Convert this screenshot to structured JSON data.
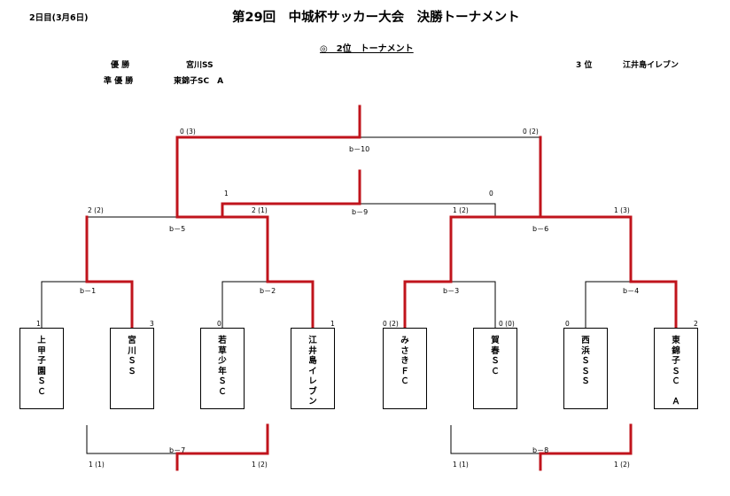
{
  "header": {
    "date": "2日目(3月6日)",
    "title": "第29回　中城杯サッカー大会　決勝トーナメント",
    "subtitle": "◎　2位　トーナメント"
  },
  "results": {
    "winner_label": "優 勝",
    "winner": "宮川SS",
    "runner_up_label": "準 優 勝",
    "runner_up": "東錦子SC　A",
    "third_label": "3 位",
    "third": "江井島イレブン"
  },
  "teams": [
    {
      "name": "上\n甲\n子\n園\nＳ\nＣ",
      "score": "1"
    },
    {
      "name": "宮\n川\nＳ\nＳ",
      "score": "3"
    },
    {
      "name": "若\n草\n少\n年\nＳ\nＣ",
      "score": "0"
    },
    {
      "name": "江\n井\n島\nイ\nレ\nブ\nン",
      "score": "1"
    },
    {
      "name": "み\nさ\nき\nＦ\nＣ",
      "score": "0 (2)"
    },
    {
      "name": "賀\n春\nＳ\nＣ",
      "score": "0 (0)"
    },
    {
      "name": "西\n浜\nＳ\nＳ\nＳ",
      "score": "0"
    },
    {
      "name": "東\n錦\n子\nＳ\nＣ\n\nＡ",
      "score": "2"
    }
  ],
  "matches": {
    "b1": "b－1",
    "b2": "b－2",
    "b3": "b－3",
    "b4": "b－4",
    "b5": "b－5",
    "b6": "b－6",
    "b7": "b－7",
    "b8": "b－8",
    "b9": "b－9",
    "b10": "b－10"
  },
  "scores": {
    "b5_left": "2 (2)",
    "b5_right": "2 (1)",
    "b6_left": "1 (2)",
    "b6_right": "1 (3)",
    "b9_left": "1",
    "b9_right": "0",
    "b10_left": "0 (3)",
    "b10_right": "0 (2)",
    "b7_left": "1 (1)",
    "b7_right": "1 (2)",
    "b8_left": "1 (1)",
    "b8_right": "1 (2)"
  },
  "colors": {
    "win_line": "#c0141c",
    "line": "#000000"
  }
}
